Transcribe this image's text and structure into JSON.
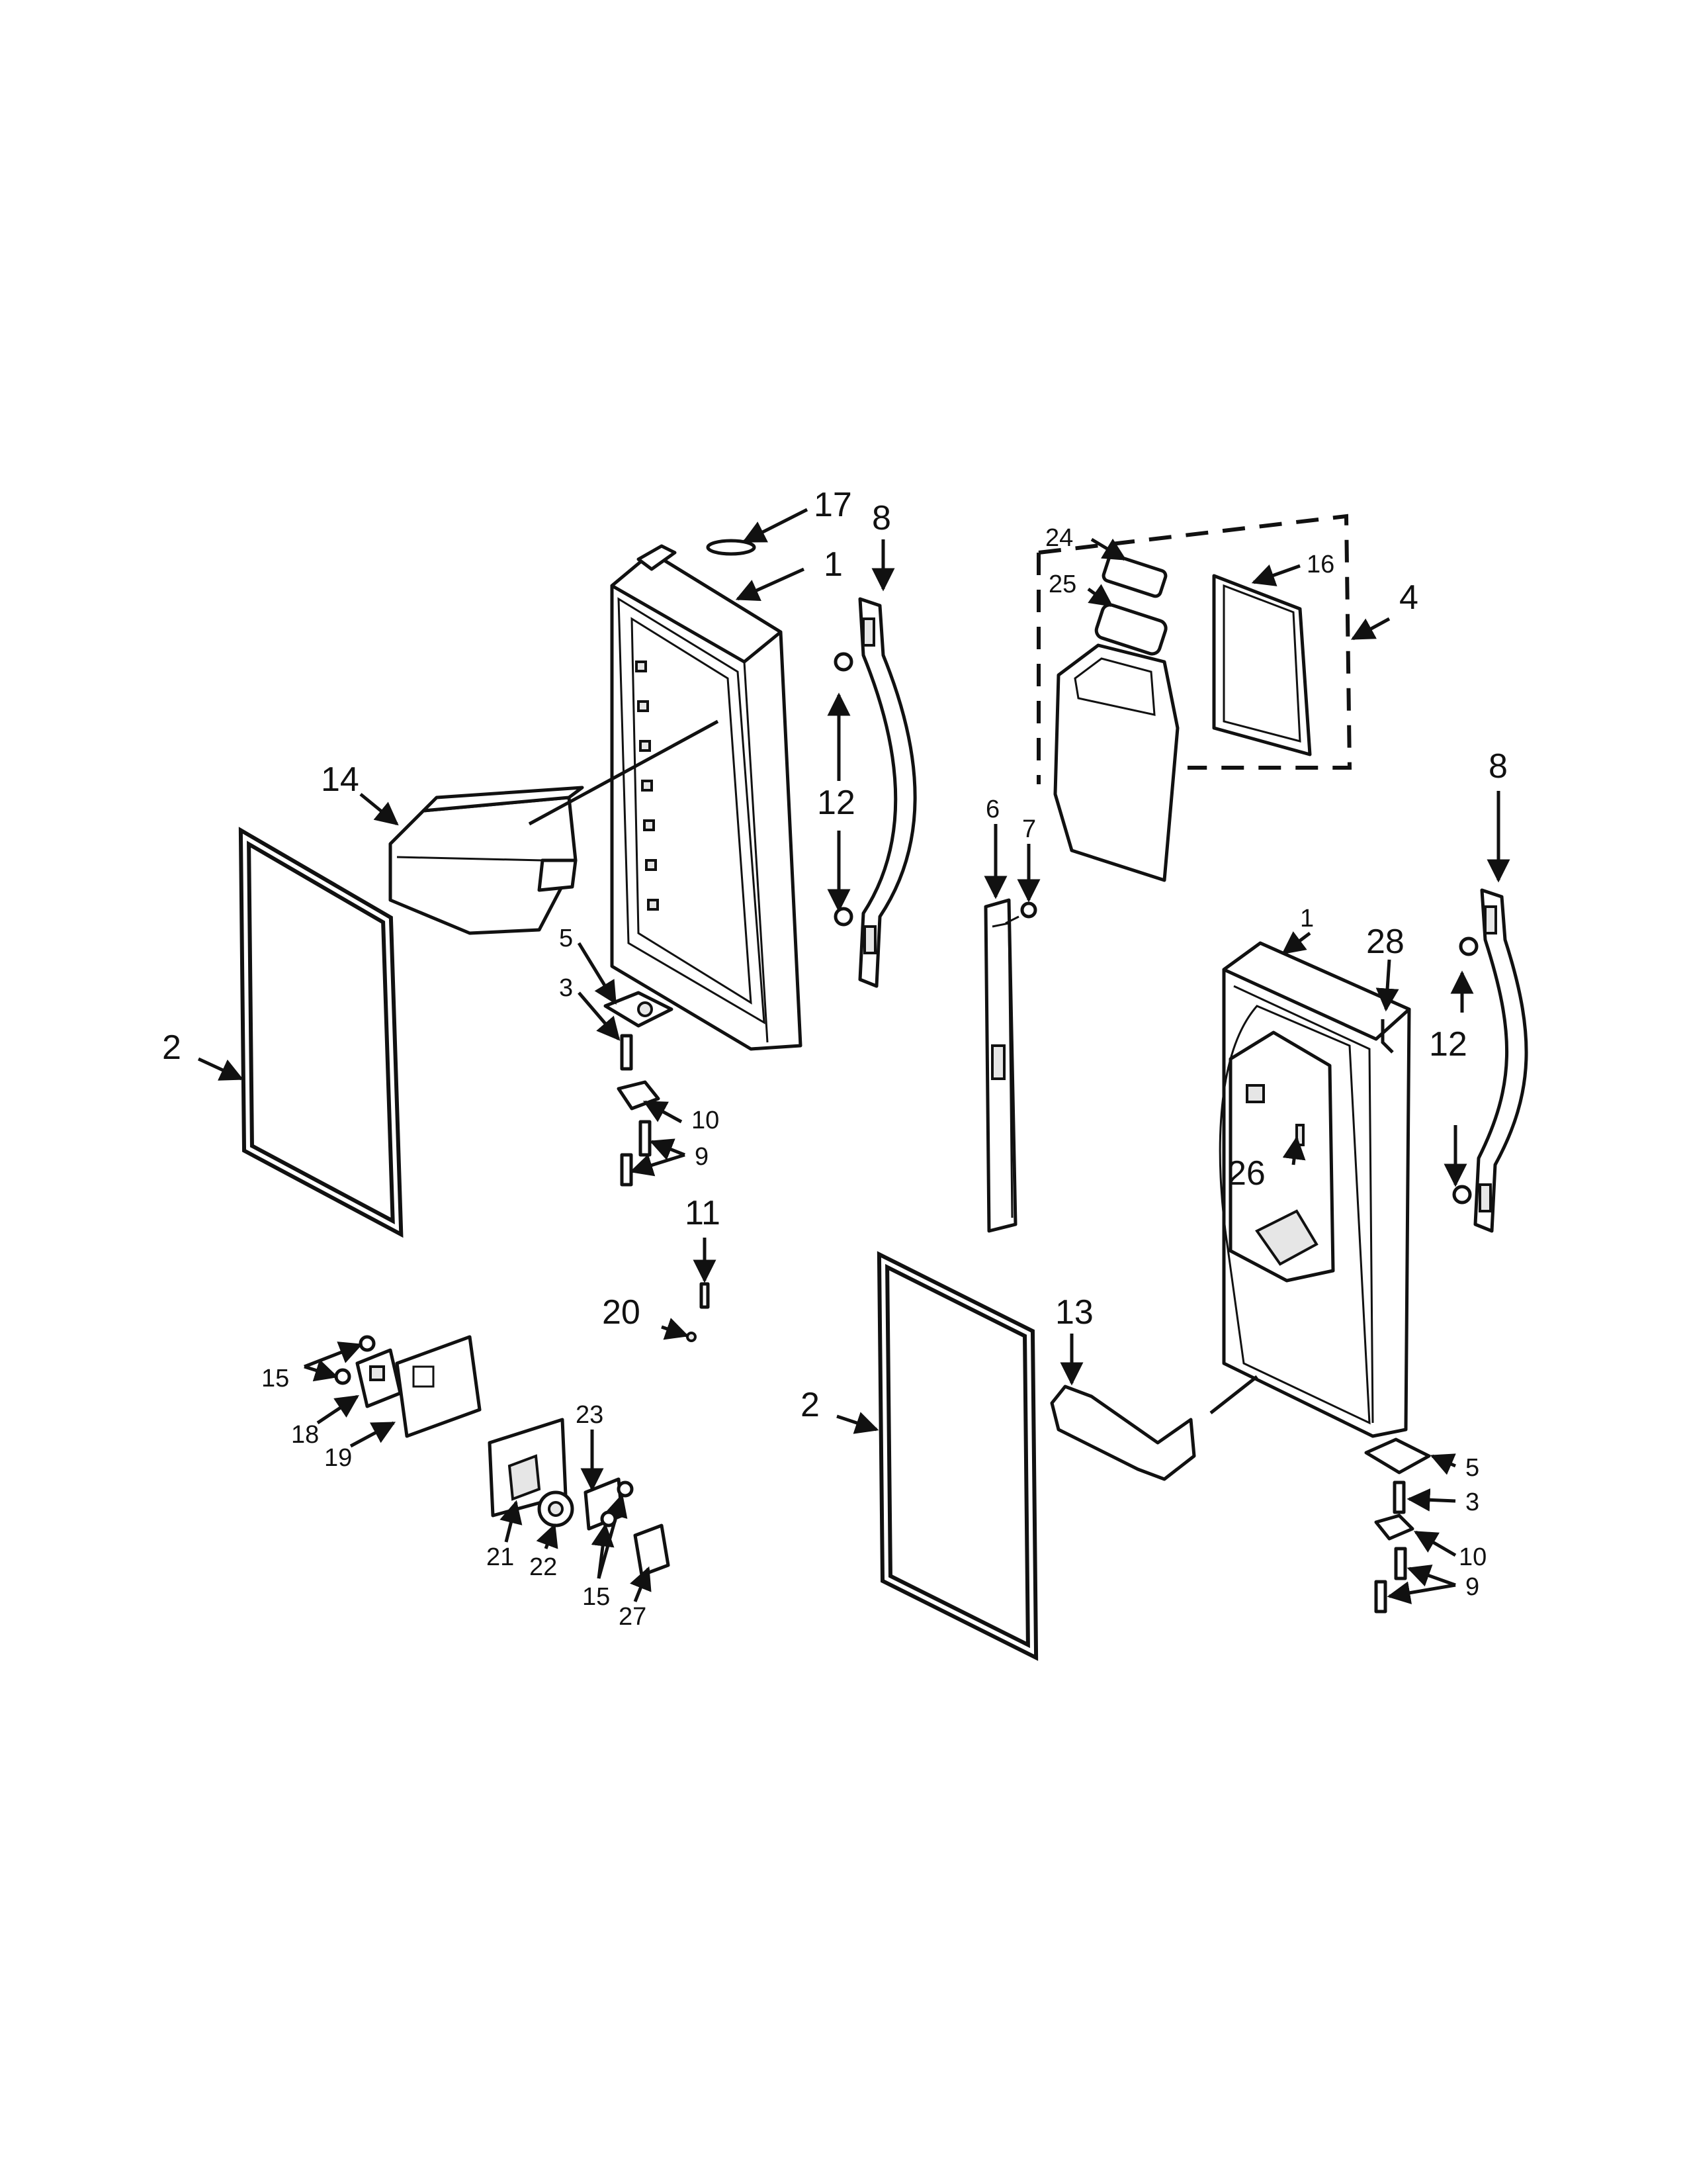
{
  "diagram": {
    "callouts": {
      "c17": "17",
      "c1a": "1",
      "c8a": "8",
      "c12a": "12",
      "c14": "14",
      "c2a": "2",
      "c5a": "5",
      "c3a": "3",
      "c10a": "10",
      "c9a": "9",
      "c24": "24",
      "c25": "25",
      "c16": "16",
      "c4": "4",
      "c6": "6",
      "c7": "7",
      "c8b": "8",
      "c1b": "1",
      "c28": "28",
      "c12b": "12",
      "c26": "26",
      "c11": "11",
      "c20": "20",
      "c13": "13",
      "c2b": "2",
      "c15a": "15",
      "c18": "18",
      "c19": "19",
      "c23": "23",
      "c21": "21",
      "c22": "22",
      "c15b": "15",
      "c27": "27",
      "c5b": "5",
      "c3b": "3",
      "c10b": "10",
      "c9b": "9"
    }
  }
}
